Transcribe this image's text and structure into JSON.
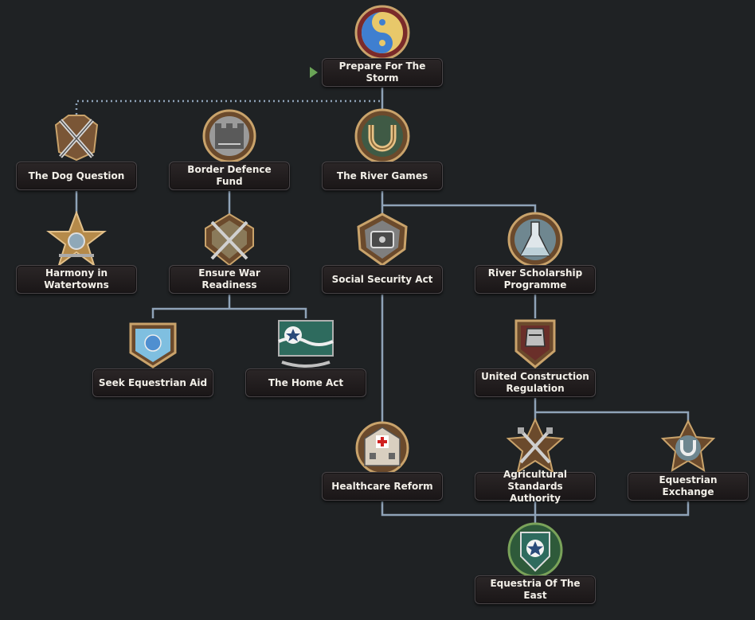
{
  "focus_tree": {
    "nodes": {
      "prepare": {
        "label": [
          "Prepare For The Storm"
        ],
        "icon": "yin-yang-emblem-icon"
      },
      "dog": {
        "label": [
          "The Dog Question"
        ],
        "icon": "crossed-swords-icon"
      },
      "border": {
        "label": [
          "Border Defence Fund"
        ],
        "icon": "fortification-icon"
      },
      "river": {
        "label": [
          "The River Games"
        ],
        "icon": "horseshoe-icon"
      },
      "harmony": {
        "label": [
          "Harmony in Watertowns"
        ],
        "icon": "star-medal-icon"
      },
      "war": {
        "label": [
          "Ensure War Readiness"
        ],
        "icon": "shield-swords-icon"
      },
      "social": {
        "label": [
          "Social Security Act"
        ],
        "icon": "strongbox-icon"
      },
      "scholarship": {
        "label": [
          "River Scholarship",
          "Programme"
        ],
        "icon": "flask-icon"
      },
      "aid": {
        "label": [
          "Seek Equestrian Aid"
        ],
        "icon": "globe-emblem-icon"
      },
      "home": {
        "label": [
          "The Home Act"
        ],
        "icon": "star-flag-icon"
      },
      "construction": {
        "label": [
          "United Construction",
          "Regulation"
        ],
        "icon": "knight-helmet-icon"
      },
      "healthcare": {
        "label": [
          "Healthcare Reform"
        ],
        "icon": "hospital-icon"
      },
      "agri": {
        "label": [
          "Agricultural Standards",
          "Authority"
        ],
        "icon": "crossed-shovels-icon"
      },
      "exchange": {
        "label": [
          "Equestrian Exchange"
        ],
        "icon": "horseshoe-star-icon"
      },
      "east": {
        "label": [
          "Equestria Of The East"
        ],
        "icon": "star-shield-icon"
      }
    }
  }
}
